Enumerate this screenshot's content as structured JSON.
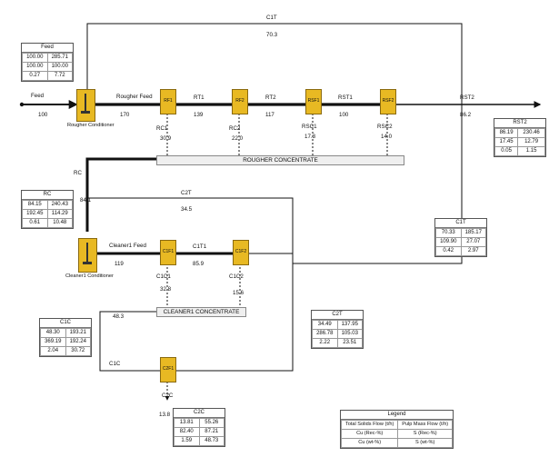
{
  "streams": {
    "feed": "Feed",
    "feed_val": "100",
    "rougher_feed": "Rougher Feed",
    "rougher_feed_val": "170",
    "rt1": "RT1",
    "rt1_val": "139",
    "rt2": "RT2",
    "rt2_val": "117",
    "rst1": "RST1",
    "rst1_val": "100",
    "rst2": "RST2",
    "rst2_val": "86.2",
    "c1t": "C1T",
    "c1t_val": "70.3",
    "rc1": "RC1",
    "rc1_val": "30.9",
    "rc2": "RC2",
    "rc2_val": "22.0",
    "rsc1": "RSC1",
    "rsc1_val": "17.3",
    "rsc2": "RSC2",
    "rsc2_val": "14.0",
    "rc": "RC",
    "rc_val": "84.1",
    "c2t": "C2T",
    "c2t_val": "34.5",
    "cleaner1_feed": "Cleaner1 Feed",
    "cleaner1_feed_val": "119",
    "c1t1": "C1T1",
    "c1t1_val": "85.9",
    "c1c1": "C1C1",
    "c1c1_val": "32.8",
    "c1c2": "C1C2",
    "c1c2_val": "15.6",
    "c1c_line_val": "48.3",
    "c1c": "C1C",
    "c2c": "C2C",
    "c2c_val": "13.8"
  },
  "units": {
    "rougher_conditioner": "Rougher Conditioner",
    "cleaner1_conditioner": "Cleaner1 Conditioner",
    "rf1": "RF1",
    "rf2": "RF2",
    "rsf1": "RSF1",
    "rsf2": "RSF2",
    "c1f1": "C1F1",
    "c1f2": "C1F2",
    "c2f1": "C2F1"
  },
  "concentrates": {
    "rougher": "ROUGHER CONCENTRATE",
    "cleaner1": "CLEANER1 CONCENTRATE"
  },
  "tables": {
    "feed": {
      "title": "Feed",
      "rows": [
        [
          "100.00",
          "285.71"
        ],
        [
          "100.00",
          "100.00"
        ],
        [
          "0.27",
          "7.72"
        ]
      ]
    },
    "rc": {
      "title": "RC",
      "rows": [
        [
          "84.15",
          "240.43"
        ],
        [
          "192.45",
          "114.29"
        ],
        [
          "0.61",
          "10.48"
        ]
      ]
    },
    "c1c": {
      "title": "C1C",
      "rows": [
        [
          "48.30",
          "193.21"
        ],
        [
          "369.19",
          "192.24"
        ],
        [
          "2.04",
          "30.72"
        ]
      ]
    },
    "c2t": {
      "title": "C2T",
      "rows": [
        [
          "34.49",
          "137.95"
        ],
        [
          "286.78",
          "105.03"
        ],
        [
          "2.22",
          "23.51"
        ]
      ]
    },
    "c1t": {
      "title": "C1T",
      "rows": [
        [
          "70.33",
          "185.17"
        ],
        [
          "109.90",
          "27.07"
        ],
        [
          "0.42",
          "2.97"
        ]
      ]
    },
    "rst2": {
      "title": "RST2",
      "rows": [
        [
          "86.19",
          "230.46"
        ],
        [
          "17.45",
          "12.79"
        ],
        [
          "0.05",
          "1.15"
        ]
      ]
    },
    "c2c": {
      "title": "C2C",
      "rows": [
        [
          "13.81",
          "55.26"
        ],
        [
          "82.40",
          "87.21"
        ],
        [
          "1.59",
          "48.73"
        ]
      ]
    }
  },
  "legend": {
    "title": "Legend",
    "rows": [
      [
        "Total Solids Flow (t/h)",
        "Pulp Mass Flow (t/h)"
      ],
      [
        "Cu (Rec-%)",
        "S (Rec-%)"
      ],
      [
        "Cu (wt-%)",
        "S (wt-%)"
      ]
    ]
  },
  "colors": {
    "cell_fill": "#e8b923",
    "cell_dark": "#b8860b",
    "line": "#111111",
    "band": "#efefef"
  }
}
